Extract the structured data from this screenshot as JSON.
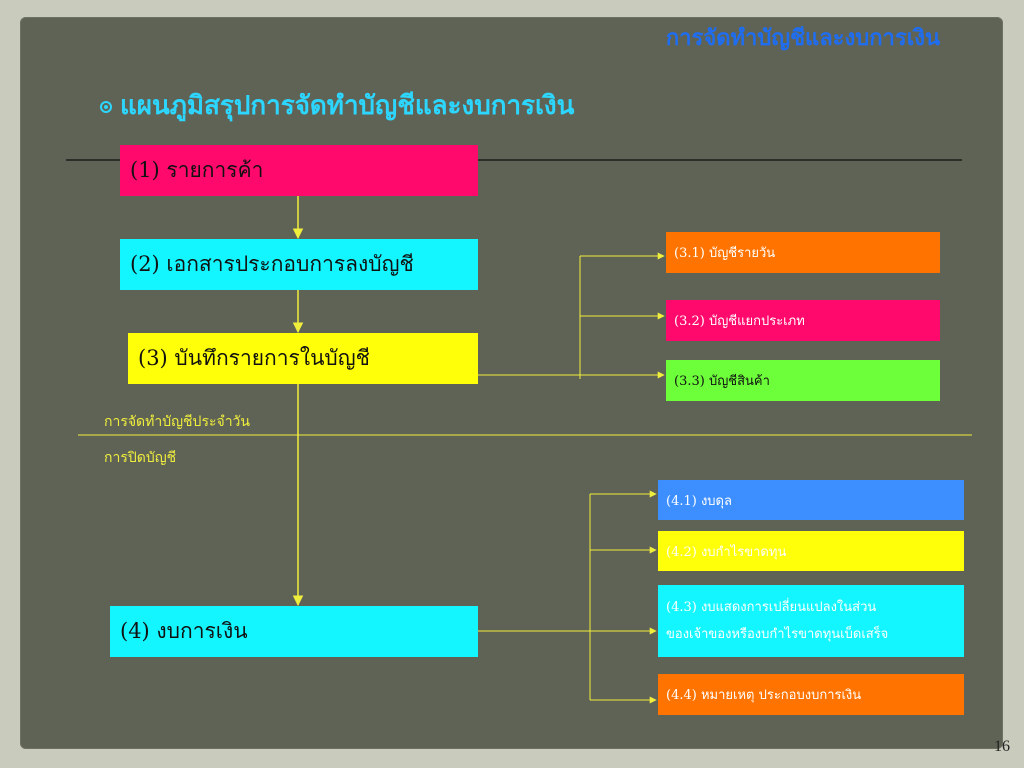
{
  "slide": {
    "title": "การจัดทำบัญชีและงบการเงิน",
    "heading": "แผนภูมิสรุปการจัดทำบัญชีและงบการเงิน",
    "page_number": "16",
    "colors": {
      "background": "#5f6356",
      "title": "#1f6df0",
      "heading": "#2cd6ff",
      "connector": "#f0ee3c"
    }
  },
  "diagram": {
    "main_steps": [
      {
        "label": "(1)  รายการค้า",
        "color": "#ff0a6c"
      },
      {
        "label": "(2) เอกสารประกอบการลงบัญชี",
        "color": "#13f5ff"
      },
      {
        "label": "(3) บันทึกรายการในบัญชี",
        "color": "#ffff0a"
      },
      {
        "label": "(4)  งบการเงิน",
        "color": "#13f5ff"
      }
    ],
    "books": [
      {
        "label": "(3.1) บัญชีรายวัน",
        "color": "#ff7400"
      },
      {
        "label": "(3.2) บัญชีแยกประเภท",
        "color": "#ff0a6c"
      },
      {
        "label": "(3.3)  บัญชีสินค้า",
        "color": "#6cff3a"
      }
    ],
    "statements": [
      {
        "label": "(4.1) งบดุล",
        "color": "#3d8fff"
      },
      {
        "label": "(4.2) งบกำไรขาดทุน",
        "color": "#ffff0a"
      },
      {
        "label_line1": "(4.3) งบแสดงการเปลี่ยนแปลงในส่วน",
        "label_line2": "ของเจ้าของหรืองบกำไรขาดทุนเบ็ดเสร็จ",
        "color": "#13f5ff"
      },
      {
        "label": "(4.4) หมายเหตุ   ประกอบงบการเงิน",
        "color": "#ff7400"
      }
    ],
    "section_labels": {
      "daily": "การจัดทำบัญชีประจำวัน",
      "closing": "การปิดบัญชี"
    }
  }
}
